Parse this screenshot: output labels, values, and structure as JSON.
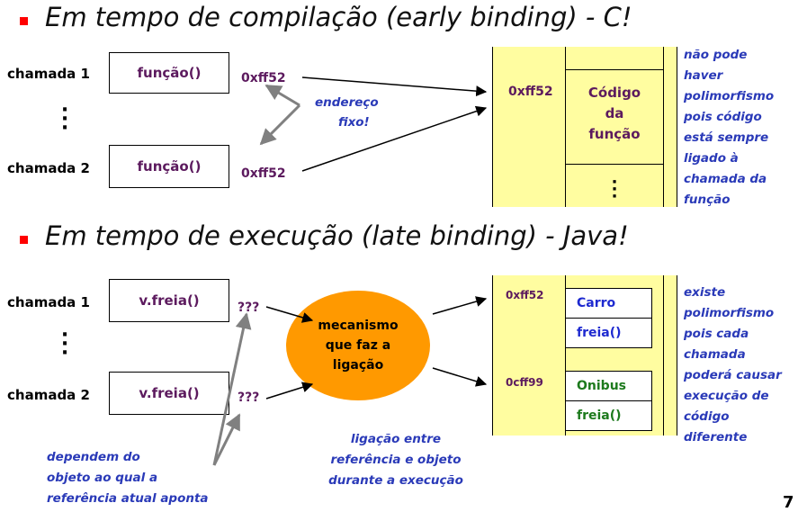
{
  "section1": {
    "heading": "Em tempo de compilação (early binding) - C!",
    "call1_label": "chamada 1",
    "call2_label": "chamada 2",
    "call1_box": "função()",
    "call2_box": "função()",
    "addr1": "0xff52",
    "addr2": "0xff52",
    "note_fixed_line1": "endereço",
    "note_fixed_line2": "fixo!",
    "memory_addr": "0xff52",
    "code_line1": "Código",
    "code_line2": "da",
    "code_line3": "função",
    "side_note": [
      "não pode",
      "haver",
      "polimorfismo",
      "pois código",
      "está sempre",
      "ligado à",
      "chamada da",
      "função"
    ]
  },
  "section2": {
    "heading": "Em tempo de execução (late binding) - Java!",
    "call1_label": "chamada 1",
    "call2_label": "chamada 2",
    "call1_box": "v.freia()",
    "call2_box": "v.freia()",
    "unknown1": "???",
    "unknown2": "???",
    "mechanism_line1": "mecanismo",
    "mechanism_line2": "que faz a",
    "mechanism_line3": "ligação",
    "mem_addr1": "0xff52",
    "mem_addr2": "0cff99",
    "obj1_class": "Carro",
    "obj1_method": "freia()",
    "obj2_class": "Onibus",
    "obj2_method": "freia()",
    "note_depend": [
      "dependem do",
      "objeto ao qual a",
      "referência atual aponta"
    ],
    "note_binding": [
      "ligação entre",
      "referência e objeto",
      "durante a execução"
    ],
    "side_note": [
      "existe",
      "polimorfismo",
      "pois cada",
      "chamada",
      "poderá causar",
      "execução de",
      "código",
      "diferente"
    ]
  },
  "page_number": "7",
  "colors": {
    "bullet": "#ff0000",
    "memory_bg": "#fffda0",
    "mechanism": "#ff9900",
    "note_blue": "#2a3ab8",
    "box_text": "#5c1a5e",
    "class_blue": "#1e2ad0",
    "class_green": "#1d7a1d"
  }
}
